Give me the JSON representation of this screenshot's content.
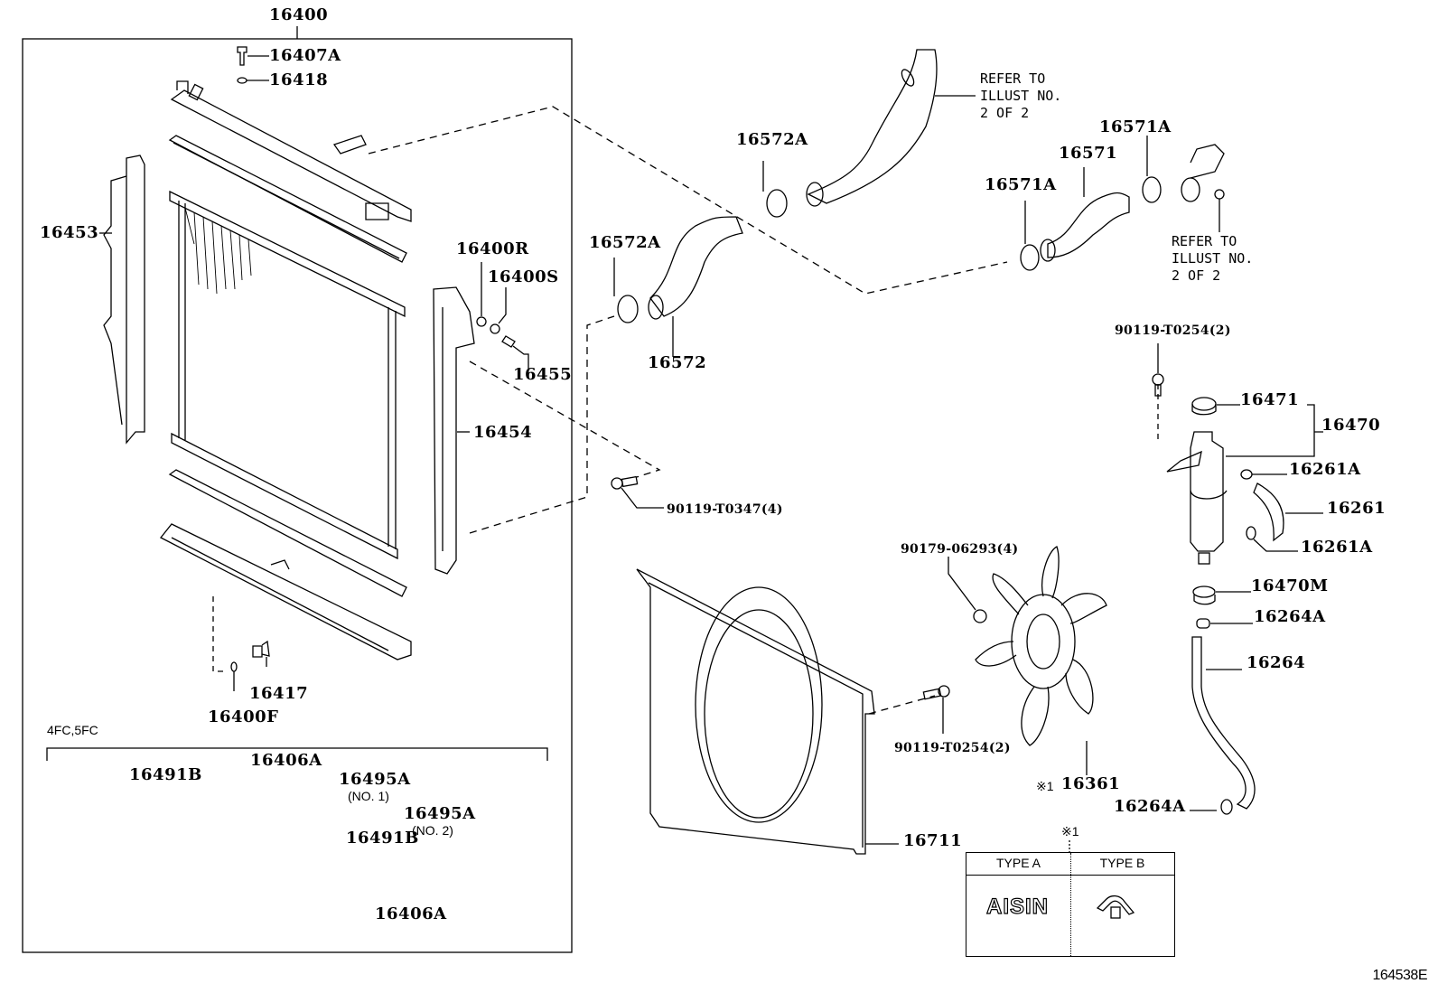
{
  "diagram": {
    "id": "164538E",
    "group_box": {
      "label": "16400"
    },
    "subgroup": {
      "label": "4FC,5FC"
    },
    "parts": {
      "p16400": "16400",
      "p16407A": "16407A",
      "p16418": "16418",
      "p16453": "16453",
      "p16400R": "16400R",
      "p16400S": "16400S",
      "p16455": "16455",
      "p16454": "16454",
      "p16417": "16417",
      "p16400F": "16400F",
      "p16491B_1": "16491B",
      "p16406A_1": "16406A",
      "p16495A_1": "16495A",
      "p16495A_1_note": "(NO. 1)",
      "p16495A_2": "16495A",
      "p16495A_2_note": "(NO. 2)",
      "p16491B_2": "16491B",
      "p16406A_2": "16406A",
      "p16572A_1": "16572A",
      "p16572A_2": "16572A",
      "p16572": "16572",
      "p16571A_1": "16571A",
      "p16571A_2": "16571A",
      "p16571": "16571",
      "p90119_T0347": "90119-T0347(4)",
      "p90119_T0254_top": "90119-T0254(2)",
      "p16471": "16471",
      "p16470": "16470",
      "p16261A_1": "16261A",
      "p16261": "16261",
      "p16261A_2": "16261A",
      "p16470M": "16470M",
      "p16264A_1": "16264A",
      "p16264": "16264",
      "p16264A_2": "16264A",
      "p90179_06293": "90179-06293(4)",
      "p90119_T0254_fan": "90119-T0254(2)",
      "p16361": "16361",
      "p16361_mark": "※1",
      "p16711": "16711"
    },
    "references": {
      "upper": "REFER TO\nILLUST NO.\n2 OF 2",
      "lower": "REFER TO\nILLUST NO.\n2 OF 2"
    },
    "type_table": {
      "mark": "※1",
      "col_a": "TYPE A",
      "col_b": "TYPE B",
      "logo_a": "AISIN"
    }
  }
}
